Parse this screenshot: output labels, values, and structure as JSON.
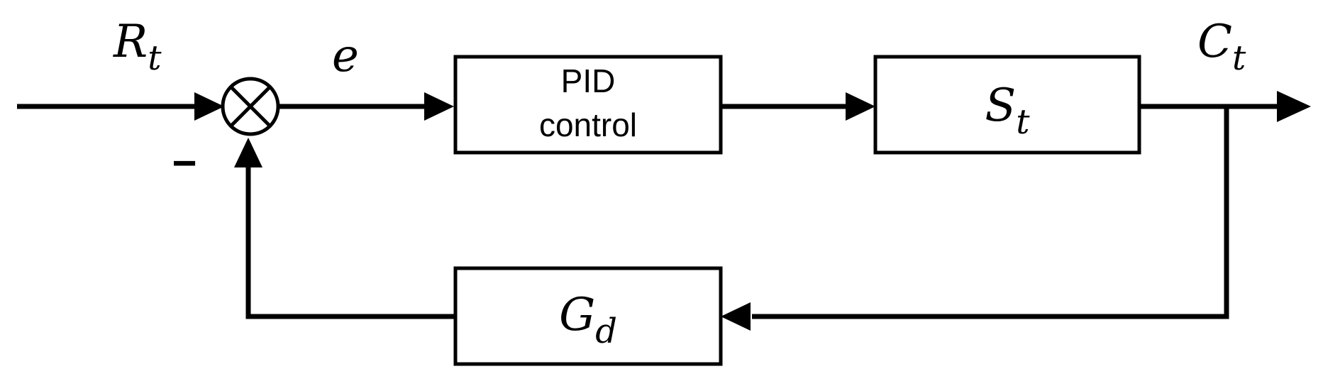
{
  "signals": {
    "reference": {
      "main": "R",
      "sub": "t"
    },
    "error": {
      "main": "e"
    },
    "output": {
      "main": "C",
      "sub": "t"
    }
  },
  "sum_junction": {
    "feedback_sign": "−"
  },
  "blocks": {
    "controller": {
      "line1": "PID",
      "line2": "control"
    },
    "system": {
      "main": "S",
      "sub": "t"
    },
    "feedback": {
      "main": "G",
      "sub": "d"
    }
  }
}
